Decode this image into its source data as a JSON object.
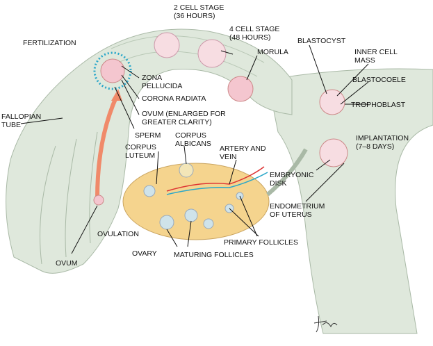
{
  "labels": {
    "two_cell_1": "2 CELL STAGE",
    "two_cell_2": "(36 HOURS)",
    "four_cell_1": "4 CELL STAGE",
    "four_cell_2": "(48 HOURS)",
    "fertilization": "FERTILIZATION",
    "morula": "MORULA",
    "blastocyst": "BLASTOCYST",
    "inner_cell_1": "INNER CELL",
    "inner_cell_2": "MASS",
    "blastocoele": "BLASTOCOELE",
    "trophoblast": "TROPHOBLAST",
    "zona_1": "ZONA",
    "zona_2": "PELLUCIDA",
    "corona": "CORONA RADIATA",
    "ovum_enl_1": "OVUM (ENLARGED FOR",
    "ovum_enl_2": "GREATER CLARITY)",
    "fallopian_1": "FALLOPIAN",
    "fallopian_2": "TUBE",
    "sperm": "SPERM",
    "albicans_1": "CORPUS",
    "albicans_2": "ALBICANS",
    "luteum_1": "CORPUS",
    "luteum_2": "LUTEUM",
    "artery_1": "ARTERY AND",
    "artery_2": "VEIN",
    "implant_1": "IMPLANTATION",
    "implant_2": "(7–8 DAYS)",
    "embryonic_1": "EMBRYONIC",
    "embryonic_2": "DISK",
    "endometrium_1": "ENDOMETRIUM",
    "endometrium_2": "OF UTERUS",
    "ovulation": "OVULATION",
    "ovary": "OVARY",
    "maturing": "MATURING FOLLICLES",
    "primary": "PRIMARY FOLLICLES",
    "ovum": "OVUM"
  },
  "signature": "Tina",
  "colors": {
    "tissue": "#dfe8dc",
    "tissue_line": "#a9b9a6",
    "ovary": "#f5d48e",
    "cell": "#f4c6cf",
    "sperm": "#2aa7c9",
    "arrow": "#f08a6a"
  }
}
